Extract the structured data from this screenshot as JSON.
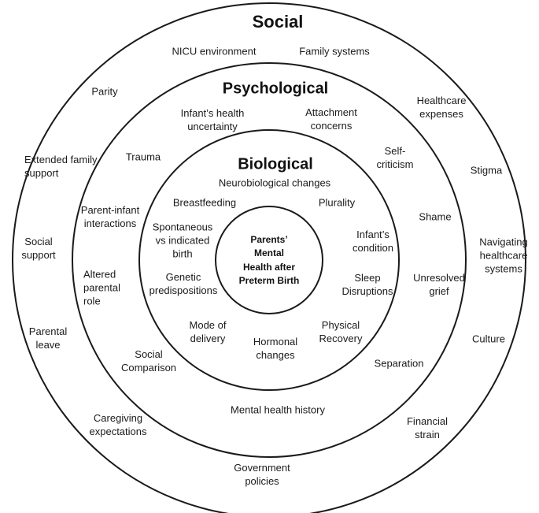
{
  "rings": {
    "social": {
      "title": "Social",
      "factors": {
        "nicu_environment": "NICU environment",
        "family_systems": "Family systems",
        "parity": "Parity",
        "healthcare_expenses": "Healthcare\nexpenses",
        "extended_family_support": "Extended family\nsupport",
        "stigma": "Stigma",
        "social_support": "Social\nsupport",
        "navigating_healthcare_systems": "Navigating\nhealthcare\nsystems",
        "parental_leave": "Parental\nleave",
        "culture": "Culture",
        "caregiving_expectations": "Caregiving\nexpectations",
        "financial_strain": "Financial\nstrain",
        "government_policies": "Government\npolicies"
      }
    },
    "psychological": {
      "title": "Psychological",
      "factors": {
        "infant_health_uncertainty": "Infant’s health\nuncertainty",
        "attachment_concerns": "Attachment\nconcerns",
        "trauma": "Trauma",
        "self_criticism": "Self-\ncriticism",
        "parent_infant_interactions": "Parent-infant\ninteractions",
        "shame": "Shame",
        "altered_parental_role": "Altered\nparental\nrole",
        "unresolved_grief": "Unresolved\ngrief",
        "social_comparison": "Social\nComparison",
        "separation": "Separation",
        "mental_health_history": "Mental health history"
      }
    },
    "biological": {
      "title": "Biological",
      "factors": {
        "neurobiological_changes": "Neurobiological changes",
        "breastfeeding": "Breastfeeding",
        "plurality": "Plurality",
        "spontaneous_vs_indicated_birth": "Spontaneous\nvs indicated\nbirth",
        "infant_condition": "Infant’s\ncondition",
        "genetic_predispositions": "Genetic\npredispositions",
        "sleep_disruptions": "Sleep\nDisruptions",
        "mode_of_delivery": "Mode of\ndelivery",
        "physical_recovery": "Physical\nRecovery",
        "hormonal_changes": "Hormonal\nchanges"
      }
    }
  },
  "center": {
    "title": "Parents’\nMental\nHealth after\nPreterm Birth"
  },
  "colors": {
    "ring_stroke": "#1a1a1a",
    "background": "#ffffff",
    "text": "#1a1a1a"
  }
}
